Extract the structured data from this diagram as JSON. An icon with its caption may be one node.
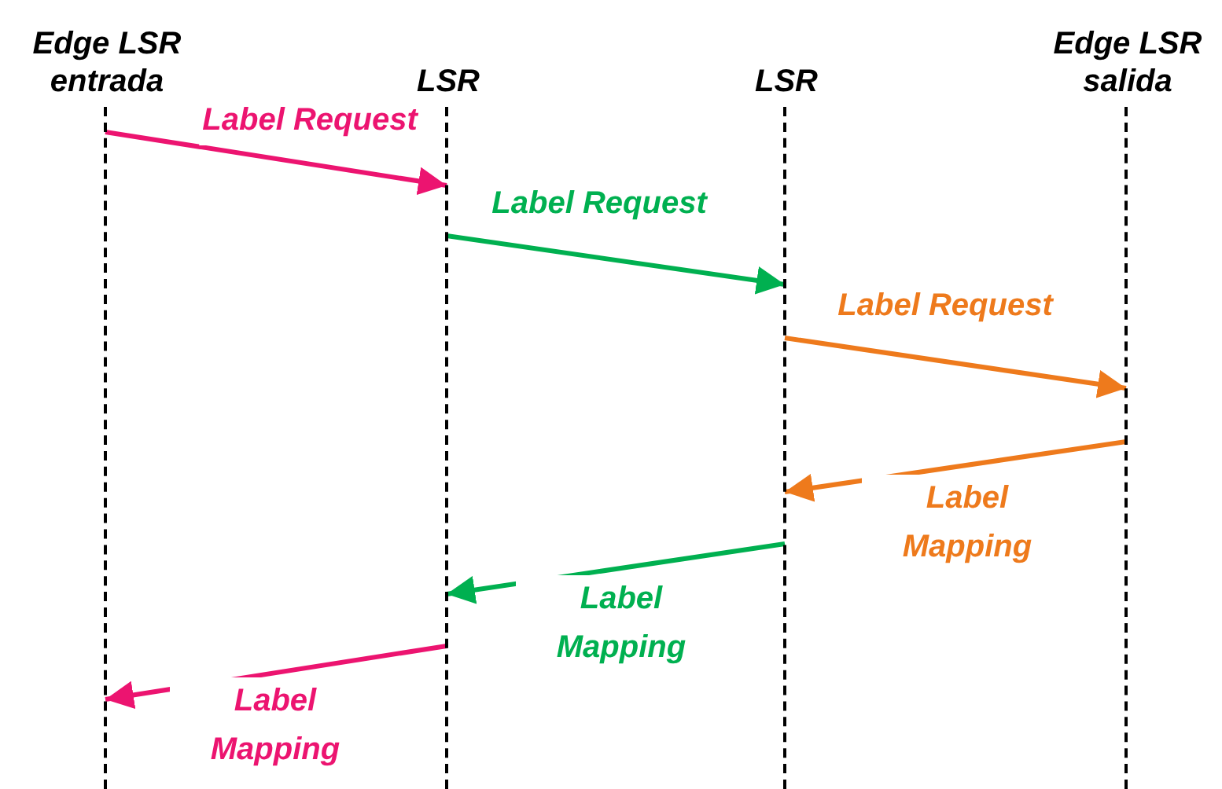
{
  "diagram": {
    "nodes": [
      {
        "text": [
          "Edge LSR entrada"
        ]
      },
      {
        "text": [
          "LSR"
        ]
      },
      {
        "text": [
          "LSR"
        ]
      },
      {
        "text": [
          "Edge LSR salida"
        ]
      }
    ],
    "edges": [
      {
        "from": 0,
        "to": 1,
        "arrow": "to",
        "label": "Label Request",
        "color": "#ec1470"
      },
      {
        "from": 1,
        "to": 2,
        "arrow": "to",
        "label": "Label Request",
        "color": "#00b050"
      },
      {
        "from": 2,
        "to": 3,
        "arrow": "to",
        "label": "Label Request",
        "color": "#ee7a1c"
      },
      {
        "from": 3,
        "to": 2,
        "arrow": "to",
        "label": "Label Mapping",
        "color": "#ee7a1c"
      },
      {
        "from": 2,
        "to": 1,
        "arrow": "to",
        "label": "Label Mapping",
        "color": "#00b050"
      },
      {
        "from": 1,
        "to": 0,
        "arrow": "to",
        "label": "Label Mapping",
        "color": "#ec1470"
      }
    ]
  }
}
